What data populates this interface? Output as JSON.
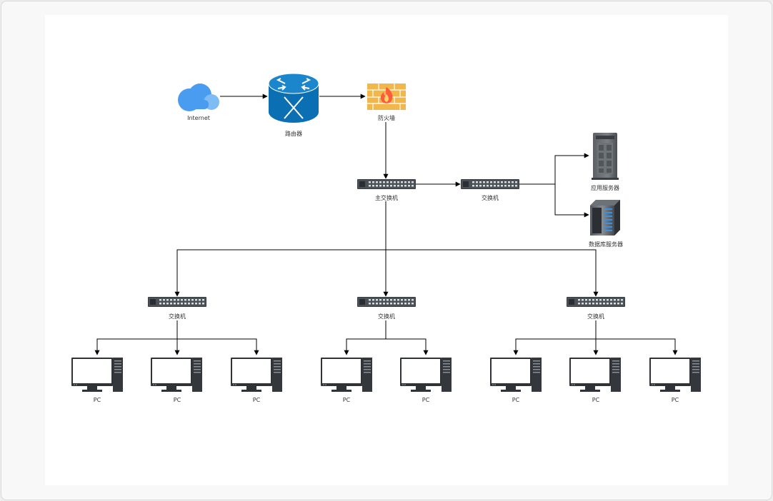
{
  "nodes": {
    "internet": "Internet",
    "router": "路由器",
    "firewall": "防火墙",
    "main_switch": "主交换机",
    "server_switch": "交换机",
    "app_server": "应用服务器",
    "db_server": "数据库服务器",
    "switch_left": "交换机",
    "switch_center": "交换机",
    "switch_right": "交换机"
  },
  "pcs": [
    "PC",
    "PC",
    "PC",
    "PC",
    "PC",
    "PC",
    "PC",
    "PC"
  ],
  "colors": {
    "cloud": "#4a9cf0",
    "router": "#0a6fb3",
    "firewall": "#f2b74a",
    "flame": "#ff5a3c",
    "switch": "#3a3f44",
    "line": "#000000"
  }
}
